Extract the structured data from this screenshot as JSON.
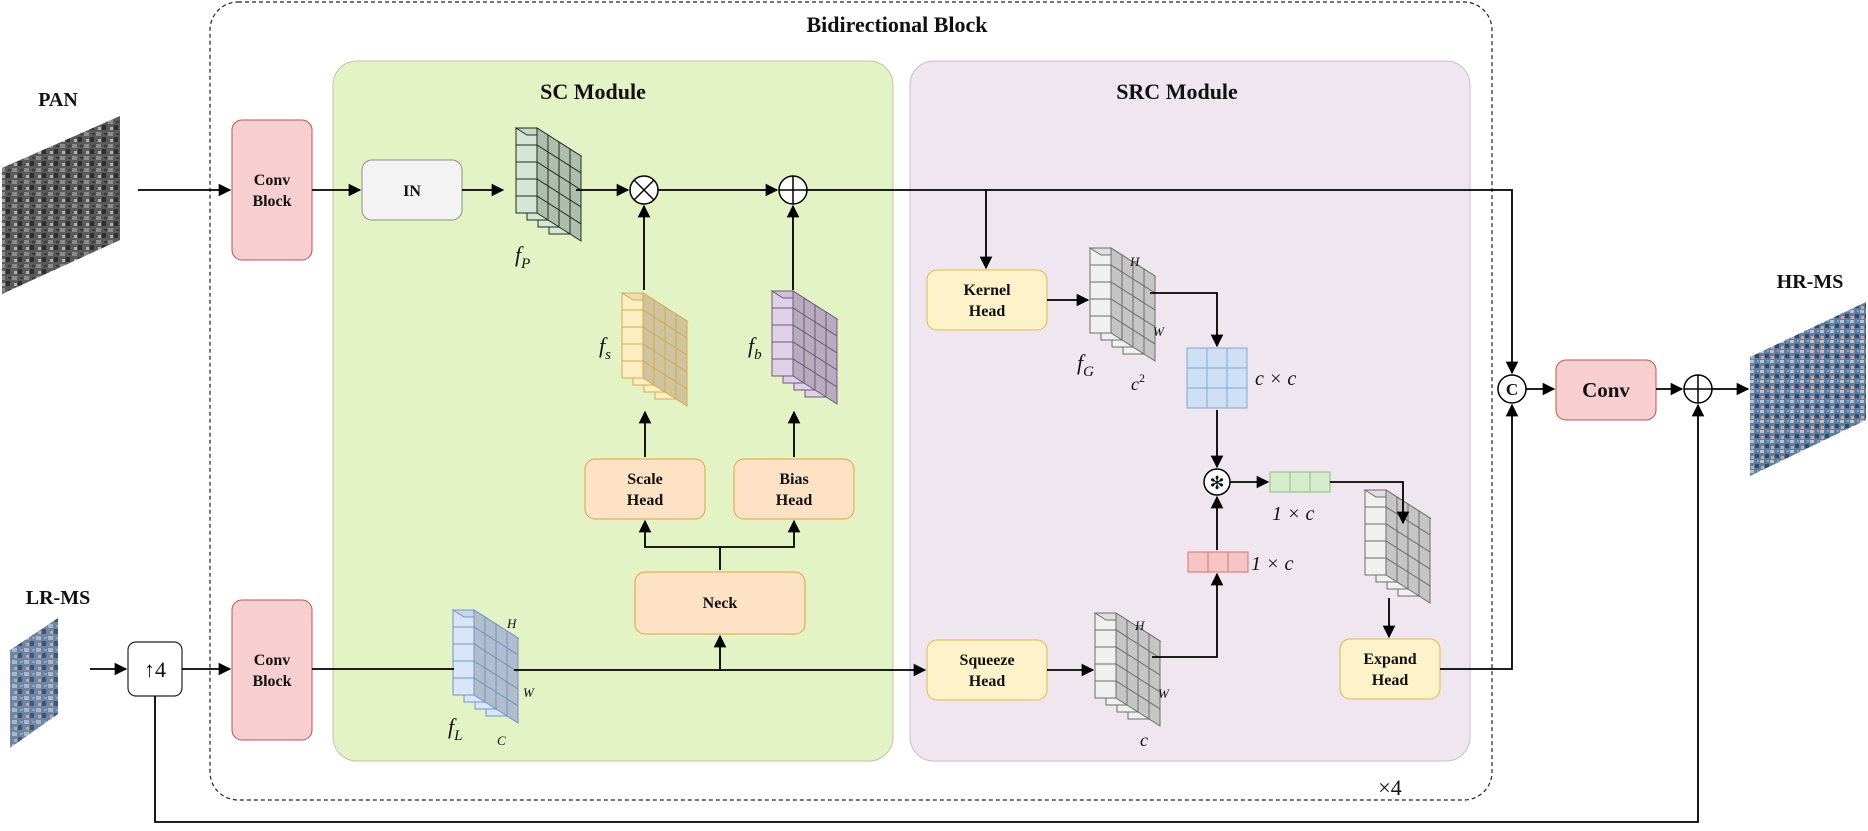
{
  "title": "Bidirectional Block",
  "repeat": "×4",
  "inputs": {
    "pan": "PAN",
    "lrms": "LR-MS"
  },
  "output": "HR-MS",
  "modules": {
    "sc": "SC Module",
    "src": "SRC Module"
  },
  "blocks": {
    "conv_block_line1": "Conv",
    "conv_block_line2": "Block",
    "in": "IN",
    "upsample": "↑4",
    "scale_head_1": "Scale",
    "scale_head_2": "Head",
    "bias_head_1": "Bias",
    "bias_head_2": "Head",
    "neck": "Neck",
    "kernel_head_1": "Kernel",
    "kernel_head_2": "Head",
    "squeeze_head_1": "Squeeze",
    "squeeze_head_2": "Head",
    "expand_head_1": "Expand",
    "expand_head_2": "Head",
    "conv": "Conv"
  },
  "symbols": {
    "concat": "C",
    "multiply": "⊗",
    "add": "⊕",
    "conv_op": "✻"
  },
  "features": {
    "fP": "f",
    "fP_sub": "P",
    "fs": "f",
    "fs_sub": "s",
    "fb": "f",
    "fb_sub": "b",
    "fL": "f",
    "fL_sub": "L",
    "fG": "f",
    "fG_sub": "G",
    "H": "H",
    "W": "W",
    "C": "C",
    "c": "c",
    "c2": "c",
    "c2_sup": "2"
  },
  "dims": {
    "cxc": "c × c",
    "one_x_c": "1 × c"
  },
  "colors": {
    "sc_bg": "#e3f3c5",
    "src_bg": "#efe6f0",
    "conv_red": "#f7cfd0",
    "head_orange": "#fde2c6",
    "kernel_yellow": "#fdf2c9",
    "cube_green": "#d6e6d6",
    "cube_yellow": "#fdefc3",
    "cube_purple": "#e0d0e8",
    "cube_blue": "#d8e6f7"
  }
}
